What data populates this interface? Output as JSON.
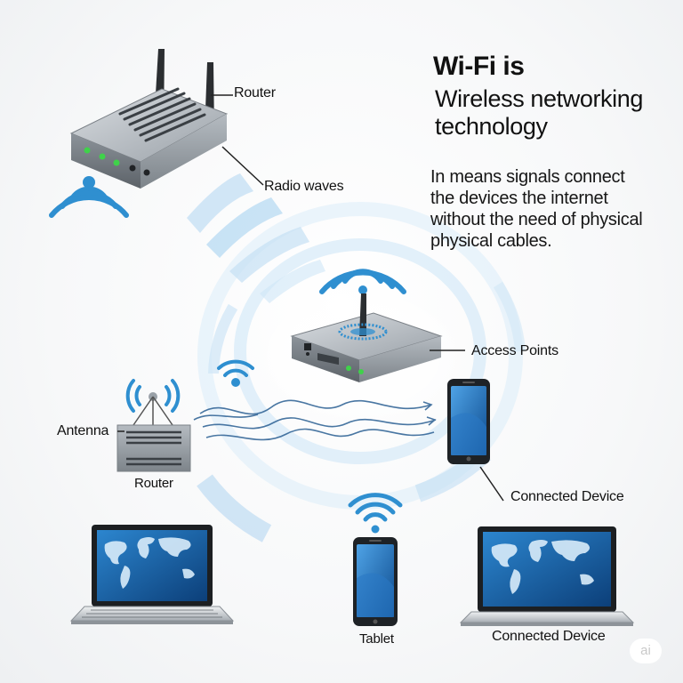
{
  "title": {
    "line1": "Wi-Fi is",
    "line2": "Wireless networking",
    "line3": "technology"
  },
  "description": [
    "In means signals connect",
    "the devices the internet",
    "without the need of physical",
    "physical cables."
  ],
  "labels": {
    "router_top": "Router",
    "radio_waves": "Radio waves",
    "access_points": "Access Points",
    "antenna": "Antenna",
    "router_left": "Router",
    "connected_device_right": "Connected Device",
    "tablet": "Tablet",
    "connected_device_bottom": "Connected Device"
  },
  "badge": "ai",
  "colors": {
    "wifi_blue": "#2f8fd0",
    "wave_light": "#cfe6f7",
    "led_green": "#3fd24a",
    "screen_blue": "#1f6fb5"
  },
  "icons": [
    "router-icon",
    "wifi-icon",
    "access-point-icon",
    "smartphone-icon",
    "laptop-icon",
    "tablet-icon",
    "world-map-icon"
  ]
}
